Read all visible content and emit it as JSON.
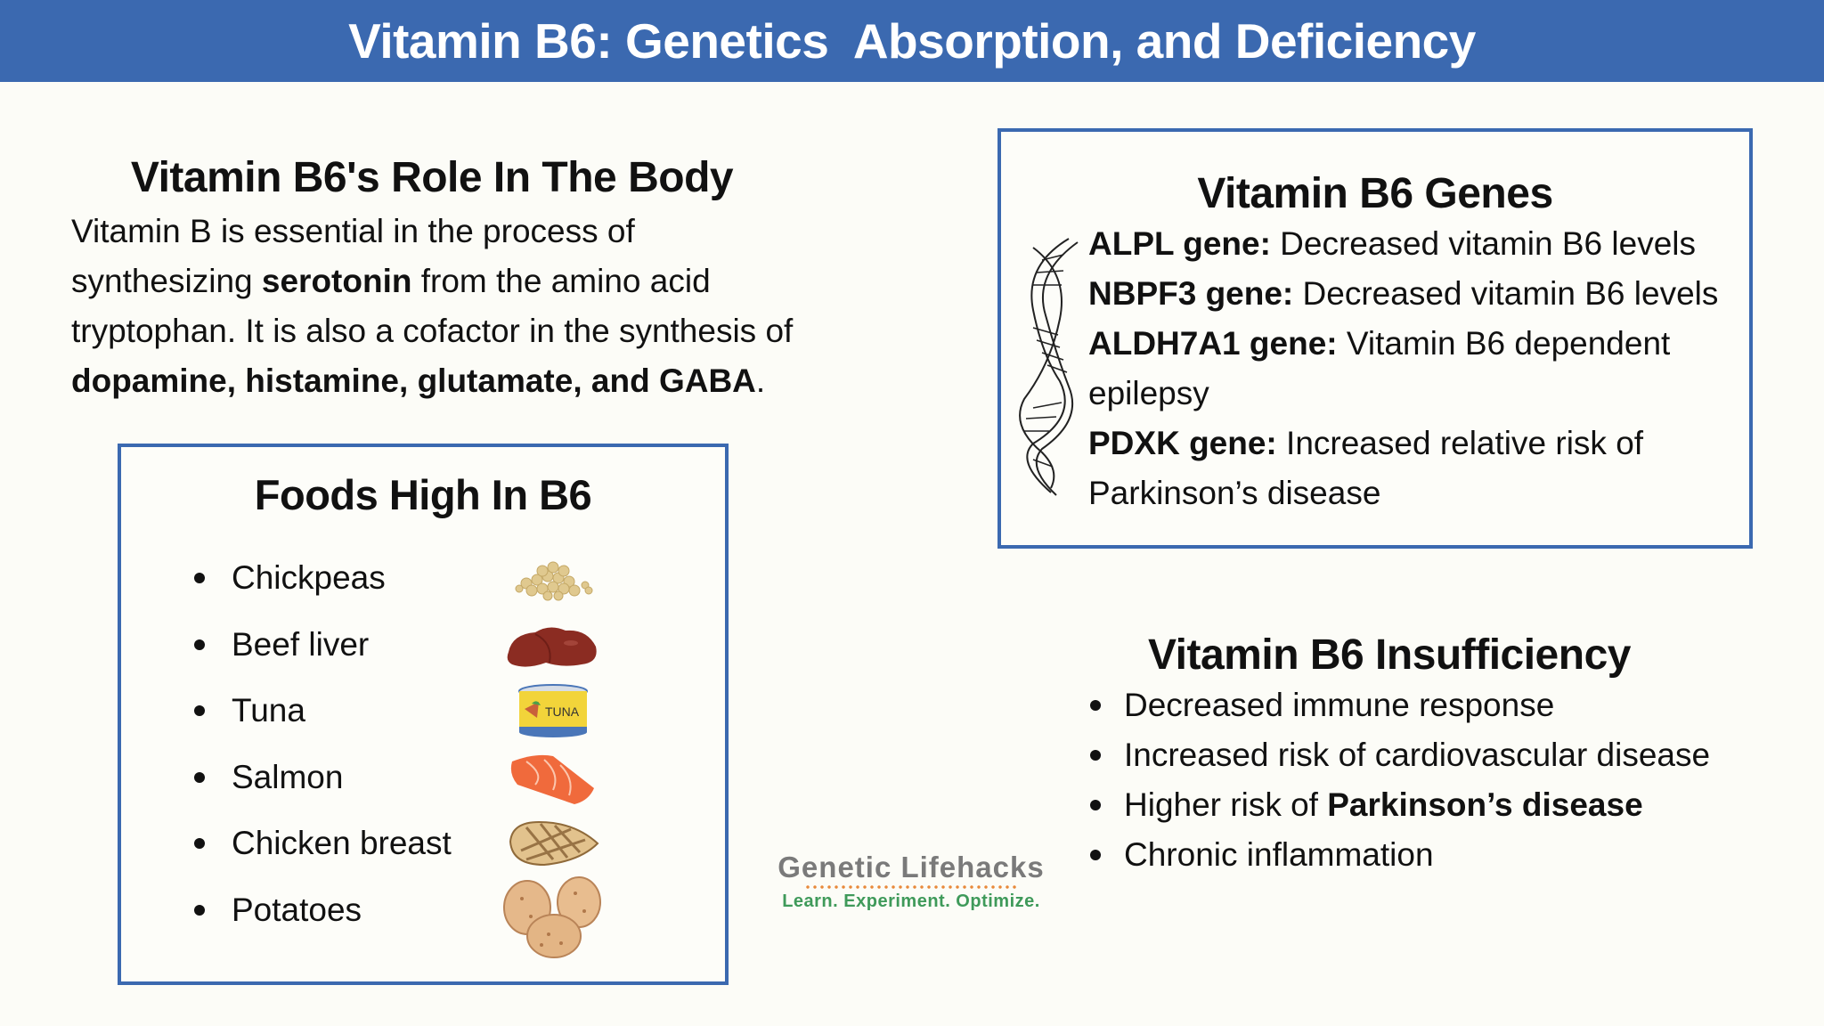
{
  "banner": {
    "title": "Vitamin B6: Genetics  Absorption, and Deficiency",
    "color": "#3b69b0"
  },
  "role": {
    "title": "Vitamin B6's Role In The Body",
    "body": [
      {
        "text": "Vitamin B is essential in the process of synthesizing ",
        "bold": false
      },
      {
        "text": "serotonin",
        "bold": true
      },
      {
        "text": " from the amino acid tryptophan. It is also a cofactor in the synthesis of ",
        "bold": false
      },
      {
        "text": "dopamine, histamine, glutamate, and GABA",
        "bold": true
      },
      {
        "text": ".",
        "bold": false
      }
    ]
  },
  "foods": {
    "title": "Foods High In B6",
    "items": [
      {
        "label": "Chickpeas",
        "icon": "chickpeas-icon"
      },
      {
        "label": "Beef liver",
        "icon": "beef-liver-icon"
      },
      {
        "label": "Tuna",
        "icon": "tuna-can-icon",
        "can_text": "TUNA"
      },
      {
        "label": "Salmon",
        "icon": "salmon-icon"
      },
      {
        "label": "Chicken breast",
        "icon": "chicken-breast-icon"
      },
      {
        "label": "Potatoes",
        "icon": "potatoes-icon"
      }
    ]
  },
  "genes": {
    "title": "Vitamin B6 Genes",
    "icon": "dna-helix-icon",
    "items": [
      {
        "gene": "ALPL gene:",
        "effect": " Decreased vitamin B6 levels"
      },
      {
        "gene": "NBPF3 gene:",
        "effect": " Decreased vitamin B6 levels"
      },
      {
        "gene": "ALDH7A1 gene:",
        "effect": " Vitamin B6 dependent epilepsy"
      },
      {
        "gene": "PDXK gene:",
        "effect": " Increased  relative risk of Parkinson’s disease"
      }
    ]
  },
  "insufficiency": {
    "title": "Vitamin B6 Insufficiency",
    "items": [
      {
        "text": "Decreased immune response",
        "bold": ""
      },
      {
        "text": "Increased risk of cardiovascular disease",
        "bold": ""
      },
      {
        "text": "Higher risk of ",
        "bold": "Parkinson’s disease"
      },
      {
        "text": "Chronic inflammation",
        "bold": ""
      }
    ]
  },
  "logo": {
    "name": "Genetic Lifehacks",
    "tagline": "Learn. Experiment. Optimize."
  }
}
